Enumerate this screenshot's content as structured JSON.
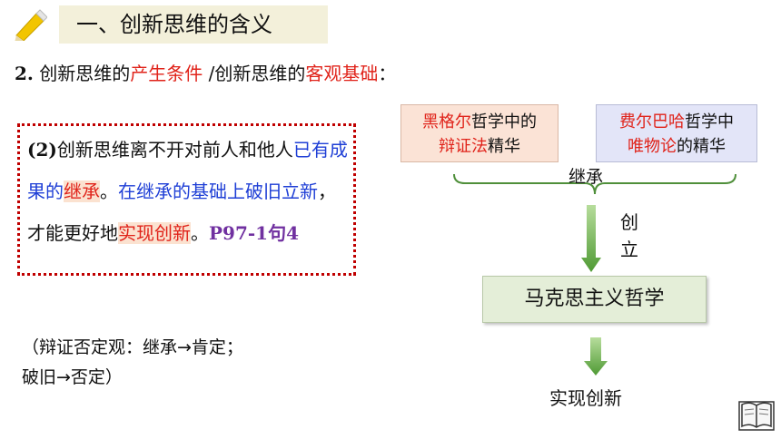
{
  "header": {
    "title": "一、创新思维的含义"
  },
  "subtitle": {
    "num": "2.",
    "p1": " 创新思维的",
    "p2": "产生条件",
    "p3": " /创新思维的",
    "p4": "客观基础",
    "p5": "："
  },
  "content": {
    "s1": "(2)",
    "s2": "创新思维离不开对前人和他人",
    "s3": "已有成果的",
    "s4": "继承",
    "s5": "。",
    "s6": "在继承的基础上破旧立新",
    "s7": "，才能更好地",
    "s8": "实现创新",
    "s9": "。",
    "s10": "P97-1句4"
  },
  "note": {
    "line1": "（辩证否定观：继承→肯定；",
    "line2": "破旧→否定）"
  },
  "diagram": {
    "box1_a": "黑格尔",
    "box1_b": "哲学中的",
    "box1_c": "辩证法",
    "box1_d": "精华",
    "box2_a": "费尔巴哈",
    "box2_b": "哲学中",
    "box2_c": "唯物论",
    "box2_d": "的精华",
    "inherit": "继承",
    "create1": "创",
    "create2": "立",
    "main": "马克思主义哲学",
    "final": "实现创新"
  },
  "colors": {
    "red": "#e0231a",
    "blue": "#1f3fd6",
    "purple": "#7030a0",
    "green": "#5aaa3a"
  }
}
